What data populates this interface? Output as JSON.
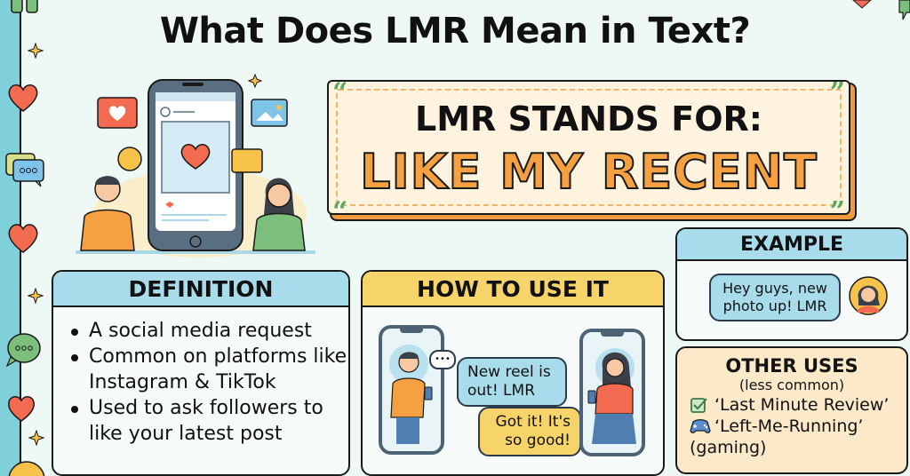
{
  "title": "What Does LMR Mean in Text?",
  "banner": {
    "line1": "LMR STANDS FOR:",
    "line2": "LIKE MY RECENT",
    "quote_open": "“",
    "quote_close": "”"
  },
  "definition": {
    "heading": "DEFINITION",
    "items": [
      "A social media request",
      "Common on platforms like Instagram & TikTok",
      "Used to ask followers to like your latest post"
    ]
  },
  "how_to_use": {
    "heading": "HOW TO USE IT",
    "message_sent": "New reel is out! LMR",
    "message_reply": "Got it! It's so good!",
    "typing_indicator": "•••"
  },
  "example": {
    "heading": "EXAMPLE",
    "message": "Hey guys, new photo up! LMR"
  },
  "other_uses": {
    "heading": "OTHER USES",
    "subheading": "(less common)",
    "items": [
      {
        "icon": "checkbox-icon",
        "label": "‘Last Minute Review’"
      },
      {
        "icon": "gamepad-icon",
        "label": "‘Left-Me-Running’",
        "note": "(gaming)"
      }
    ]
  },
  "colors": {
    "background": "#eef8f4",
    "accent_orange": "#f5a142",
    "header_blue": "#a9dceb",
    "header_yellow": "#f7d46a",
    "other_uses_bg": "#fbe9c9",
    "heart_red": "#f26a4f",
    "quote_green": "#5aa860"
  }
}
